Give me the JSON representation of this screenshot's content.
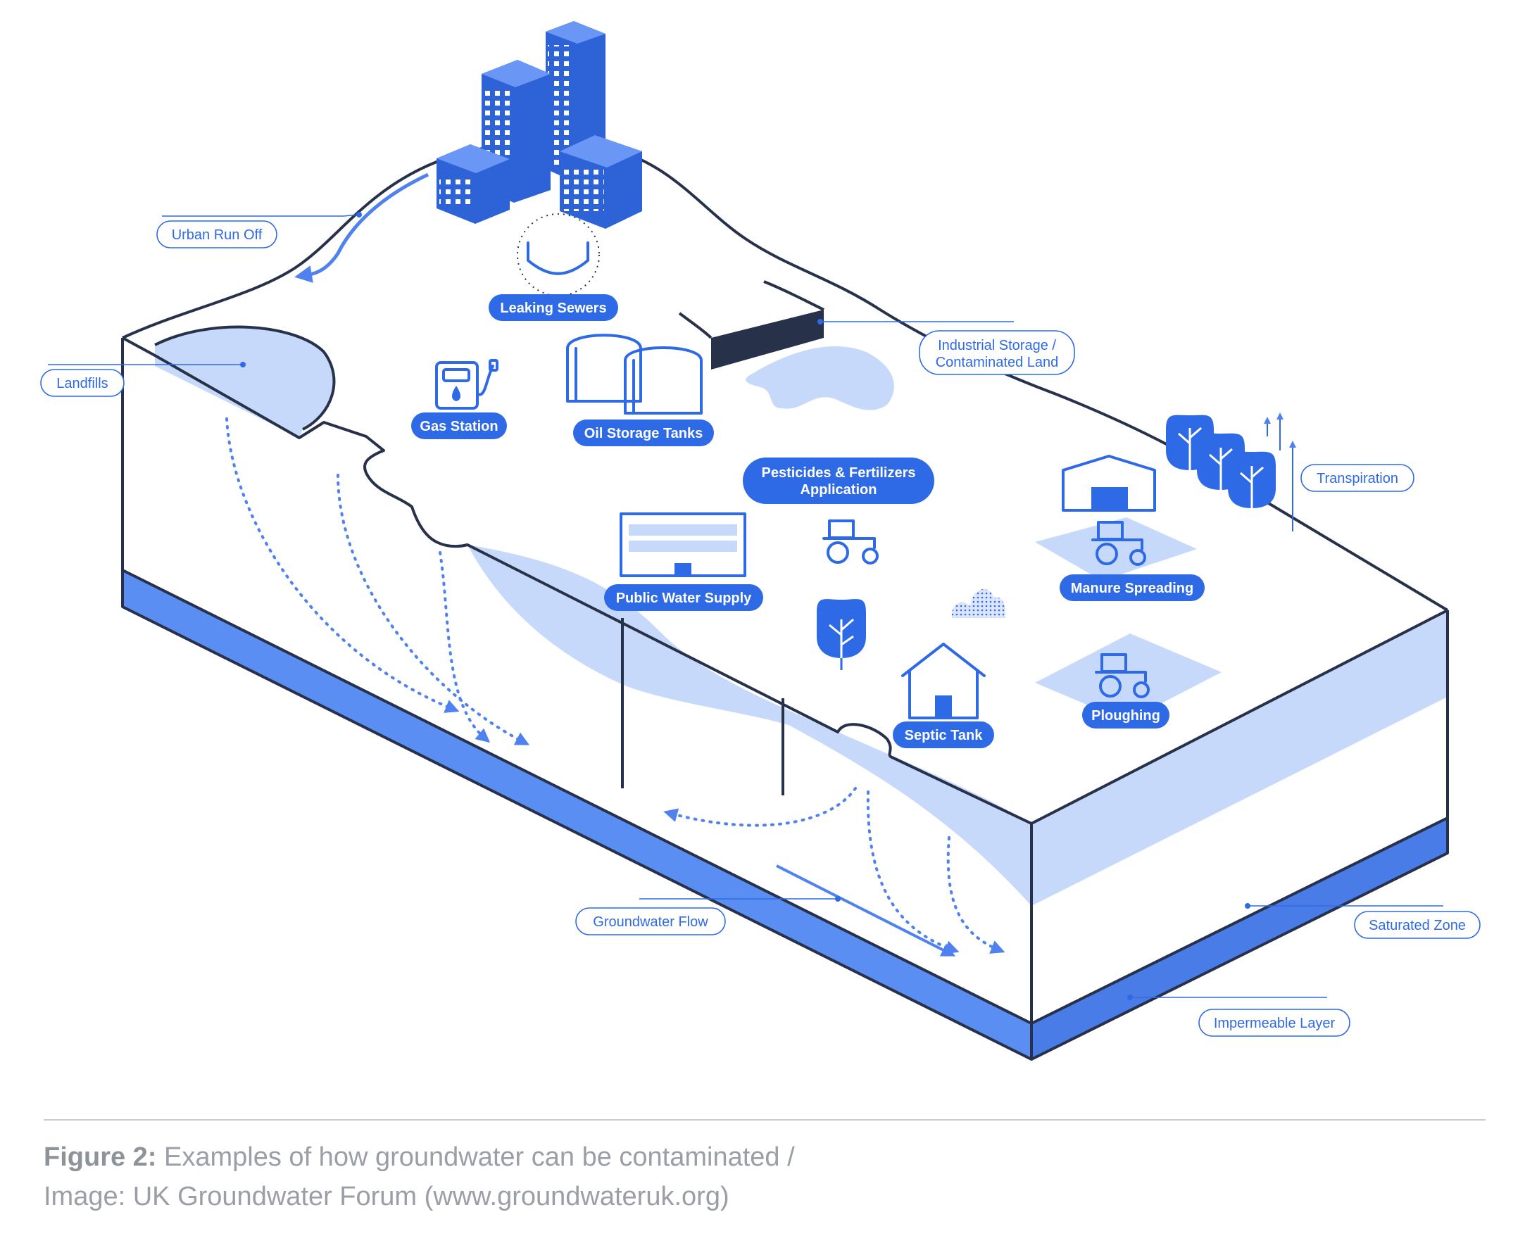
{
  "labels": {
    "urban_run_off": "Urban Run Off",
    "leaking_sewers": "Leaking Sewers",
    "landfills": "Landfills",
    "industrial_storage_line1": "Industrial Storage /",
    "industrial_storage_line2": "Contaminated Land",
    "gas_station": "Gas Station",
    "oil_storage_tanks": "Oil Storage Tanks",
    "pesticides_line1": "Pesticides & Fertilizers",
    "pesticides_line2": "Application",
    "transpiration": "Transpiration",
    "public_water_supply": "Public Water Supply",
    "manure_spreading": "Manure Spreading",
    "ploughing": "Ploughing",
    "septic_tank": "Septic Tank",
    "groundwater_flow": "Groundwater Flow",
    "saturated_zone": "Saturated Zone",
    "impermeable_layer": "Impermeable Layer"
  },
  "caption": {
    "figure_label": "Figure 2:",
    "line1": "Examples of how groundwater can be contaminated /",
    "line2": "Image: UK Groundwater Forum (www.groundwateruk.org)"
  },
  "colors": {
    "accent": "#2f6ae6",
    "water": "#c7d9fb",
    "outline": "#27314a",
    "impermeable": "#5a8ef2"
  },
  "icons": [
    "buildings-icon",
    "sewer-pipe-icon",
    "gas-pump-icon",
    "oil-tanks-icon",
    "industrial-wall-icon",
    "tractor-icon",
    "barn-icon",
    "tree-icon",
    "house-icon",
    "water-supply-building-icon",
    "manure-pile-icon"
  ]
}
